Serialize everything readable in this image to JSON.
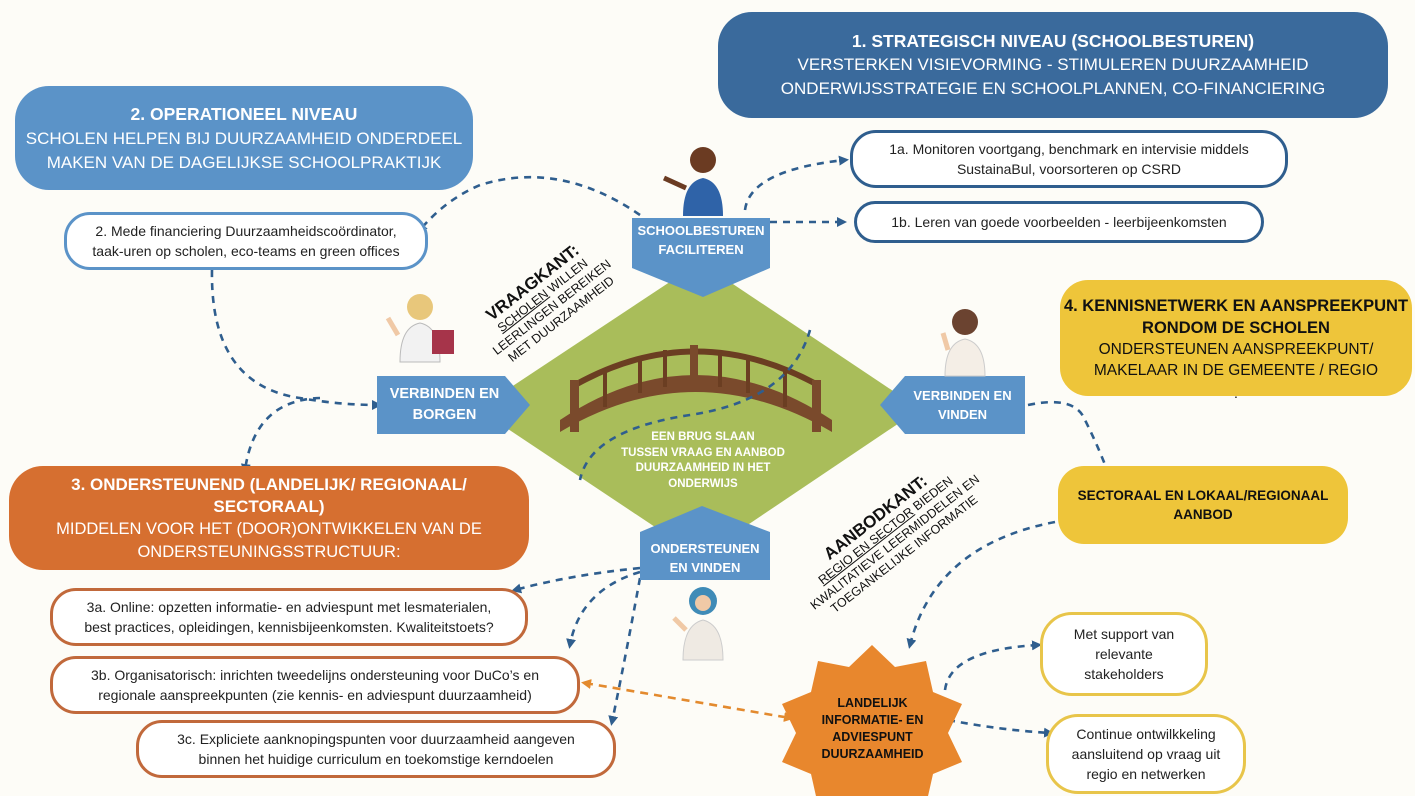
{
  "strategic": {
    "title": "1. STRATEGISCH NIVEAU (SCHOOLBESTUREN)",
    "line1": "VERSTERKEN VISIEVORMING - STIMULEREN DUURZAAMHEID",
    "line2": "ONDERWIJSSTRATEGIE EN SCHOOLPLANNEN, CO-FINANCIERING"
  },
  "operational": {
    "title": "2. OPERATIONEEL NIVEAU",
    "line1": "SCHOLEN HELPEN BIJ DUURZAAMHEID ONDERDEEL",
    "line2": "MAKEN VAN DE DAGELIJKSE SCHOOLPRAKTIJK"
  },
  "support": {
    "title1": "3. ONDERSTEUNEND (LANDELIJK/ REGIONAAL/",
    "title2": "SECTORAAL)",
    "line1": "MIDDELEN VOOR HET (DOOR)ONTWIKKELEN VAN DE",
    "line2": "ONDERSTEUNINGSSTRUCTUUR:"
  },
  "knowledge": {
    "title1": "4. KENNISNETWERK EN AANSPREEKPUNT",
    "title2": "RONDOM DE SCHOLEN",
    "line1": "ONDERSTEUNEN AANSPREEKPUNT/",
    "line2": "MAKELAAR IN DE GEMEENTE / REGIO",
    "dot": "."
  },
  "items": {
    "i1a_l1": "1a. Monitoren voortgang, benchmark en intervisie middels",
    "i1a_l2": "SustainaBul, voorsorteren op CSRD",
    "i1b": "1b. Leren van goede voorbeelden - leerbijeenkomsten",
    "i2_l1": "2. Mede financiering Duurzaamheidscoördinator,",
    "i2_l2": "taak-uren op scholen, eco-teams en green offices",
    "i3a_l1": "3a. Online: opzetten informatie- en adviespunt met lesmaterialen,",
    "i3a_l2": "best practices, opleidingen, kennisbijeenkomsten. Kwaliteitstoets?",
    "i3b_l1": "3b. Organisatorisch: inrichten tweedelijns ondersteuning voor DuCo’s en",
    "i3b_l2": "regionale aanspreekpunten (zie kennis- en adviespunt duurzaamheid)",
    "i3c_l1": "3c. Expliciete aanknopingspunten voor duurzaamheid aangeven",
    "i3c_l2": "binnen het huidige curriculum en toekomstige kerndoelen",
    "sectoral_l1": "SECTORAAL EN LOKAAL/REGIONAAL",
    "sectoral_l2": "AANBOD",
    "support_l1": "Met support van",
    "support_l2": "relevante",
    "support_l3": "stakeholders",
    "continue_l1": "Continue ontwilkkeling",
    "continue_l2": "aansluitend op vraag uit",
    "continue_l3": "regio en netwerken"
  },
  "tags": {
    "top_l1": "SCHOOLBESTUREN",
    "top_l2": "FACILITEREN",
    "left_l1": "VERBINDEN EN",
    "left_l2": "BORGEN",
    "right_l1": "VERBINDEN EN",
    "right_l2": "VINDEN",
    "bottom_l1": "ONDERSTEUNEN",
    "bottom_l2": "EN VINDEN"
  },
  "center": {
    "l1": "EEN BRUG SLAAN",
    "l2": "TUSSEN VRAAG EN AANBOD",
    "l3": "DUURZAAMHEID IN HET",
    "l4": "ONDERWIJS"
  },
  "demand": {
    "head": "VRAAGKANT:",
    "l1_u": "SCHOLEN",
    "l1_rest": " WILLEN",
    "l2": "LEERLINGEN BEREIKEN",
    "l3": "MET DUURZAAMHEID"
  },
  "supply": {
    "head": "AANBODKANT:",
    "l1_u": "REGIO EN SECTOR",
    "l1_rest": " BIEDEN",
    "l2": "KWALITATIEVE LEERMIDDELEN EN",
    "l3": "TOEGANKELIJKE INFORMATIE"
  },
  "hub": {
    "l1": "LANDELIJK",
    "l2": "INFORMATIE- EN",
    "l3": "ADVIESPUNT",
    "l4": "DUURZAAMHEID"
  },
  "colors": {
    "dark_blue": "#3a6a9c",
    "light_blue": "#5b93c8",
    "orange": "#d66f30",
    "yellow": "#eec53a",
    "green": "#a9bd5a",
    "hub_orange": "#e8872d"
  }
}
